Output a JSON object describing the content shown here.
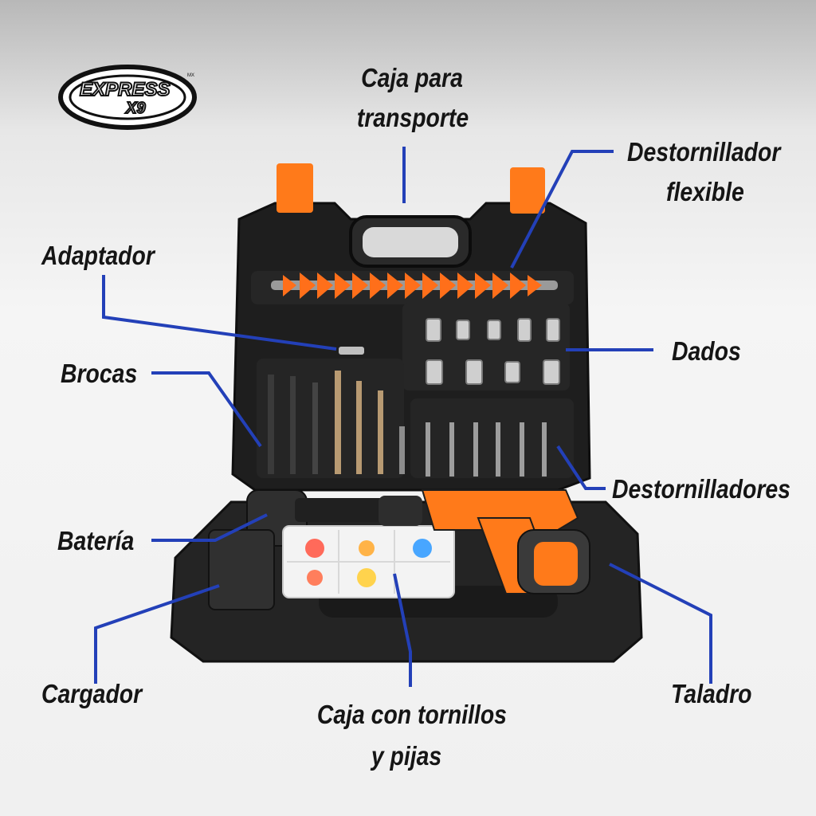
{
  "brand": {
    "logo_word": "EXPRESS",
    "logo_sub": "X9",
    "logo_mark": "MX",
    "accent": "#ff7a1a",
    "line_color": "#2340b8"
  },
  "labels": {
    "caja_transporte_1": "Caja para",
    "caja_transporte_2": "transporte",
    "destornillador_flexible_1": "Destornillador",
    "destornillador_flexible_2": "flexible",
    "adaptador": "Adaptador",
    "dados": "Dados",
    "brocas": "Brocas",
    "destornilladores": "Destornilladores",
    "bateria": "Batería",
    "cargador": "Cargador",
    "caja_tornillos_1": "Caja con tornillos",
    "caja_tornillos_2": "y pijas",
    "taladro": "Taladro"
  }
}
